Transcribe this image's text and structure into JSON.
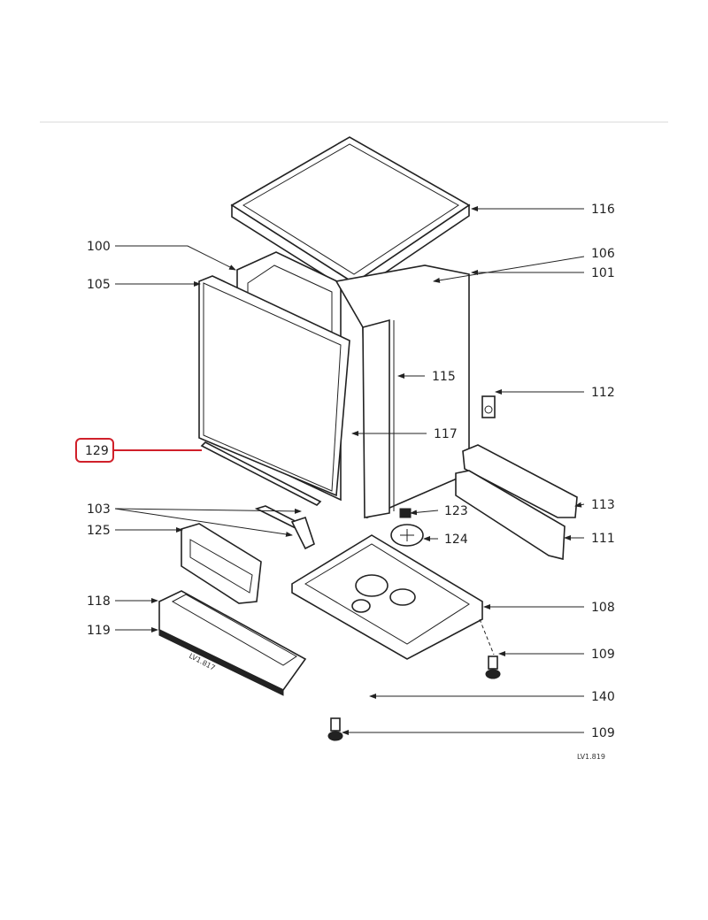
{
  "diagram": {
    "callouts": [
      {
        "id": "116",
        "label": "116"
      },
      {
        "id": "100",
        "label": "100"
      },
      {
        "id": "106",
        "label": "106"
      },
      {
        "id": "101",
        "label": "101"
      },
      {
        "id": "105",
        "label": "105"
      },
      {
        "id": "115",
        "label": "115"
      },
      {
        "id": "112",
        "label": "112"
      },
      {
        "id": "117",
        "label": "117"
      },
      {
        "id": "129",
        "label": "129",
        "highlighted": true
      },
      {
        "id": "103",
        "label": "103"
      },
      {
        "id": "113",
        "label": "113"
      },
      {
        "id": "123",
        "label": "123"
      },
      {
        "id": "125",
        "label": "125"
      },
      {
        "id": "111",
        "label": "111"
      },
      {
        "id": "124",
        "label": "124"
      },
      {
        "id": "118",
        "label": "118"
      },
      {
        "id": "108",
        "label": "108"
      },
      {
        "id": "119",
        "label": "119"
      },
      {
        "id": "109a",
        "label": "109"
      },
      {
        "id": "140",
        "label": "140"
      },
      {
        "id": "109b",
        "label": "109"
      }
    ],
    "drawing_codes": {
      "left": "LV1.817",
      "main": "LV1.819"
    },
    "highlight_color": "#d0202a"
  }
}
